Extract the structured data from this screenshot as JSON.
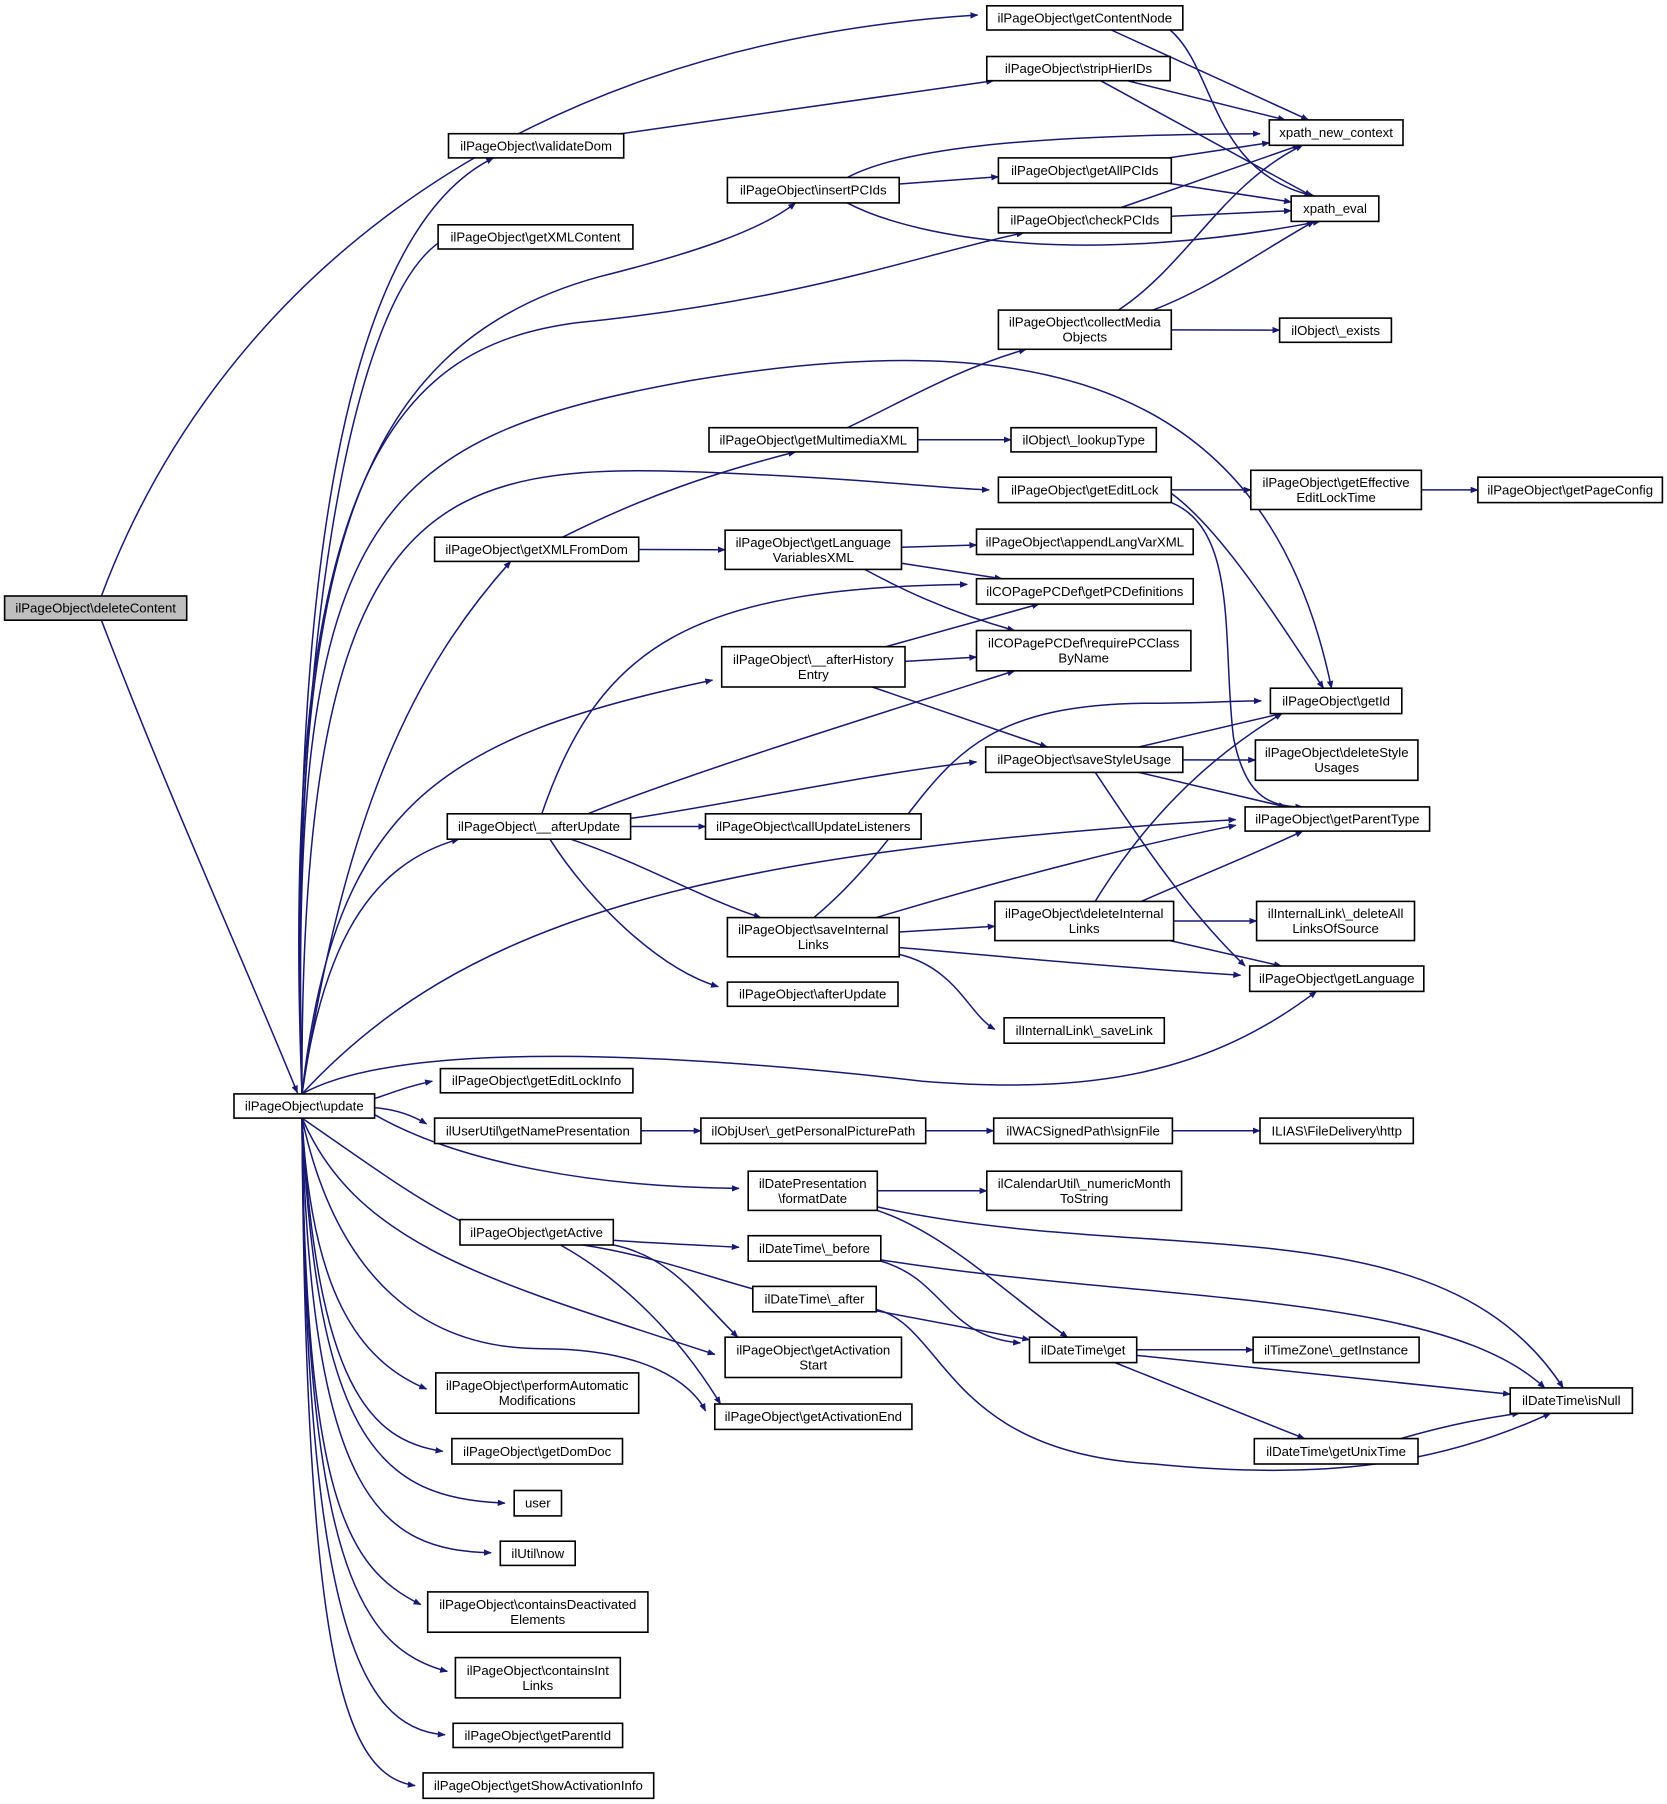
{
  "diagram": {
    "type": "call-graph",
    "colors": {
      "edge": "#191970",
      "node_border": "#000000",
      "node_fill": "#ffffff",
      "root_fill": "#bfbfbf"
    },
    "nodes": [
      {
        "id": "deleteContent",
        "label": "ilPageObject\\deleteContent",
        "root": true
      },
      {
        "id": "getContentNode",
        "label": "ilPageObject\\getContentNode"
      },
      {
        "id": "stripHierIDs",
        "label": "ilPageObject\\stripHierIDs"
      },
      {
        "id": "xpath_new_context",
        "label": "xpath_new_context"
      },
      {
        "id": "validateDom",
        "label": "ilPageObject\\validateDom"
      },
      {
        "id": "insertPCIds",
        "label": "ilPageObject\\insertPCIds"
      },
      {
        "id": "getAllPCIds",
        "label": "ilPageObject\\getAllPCIds"
      },
      {
        "id": "xpath_eval",
        "label": "xpath_eval"
      },
      {
        "id": "checkPCIds",
        "label": "ilPageObject\\checkPCIds"
      },
      {
        "id": "getXMLContent",
        "label": "ilPageObject\\getXMLContent"
      },
      {
        "id": "collectMediaObjects",
        "label": "ilPageObject\\collectMedia\nObjects"
      },
      {
        "id": "obj_exists",
        "label": "ilObject\\_exists"
      },
      {
        "id": "getMultimediaXML",
        "label": "ilPageObject\\getMultimediaXML"
      },
      {
        "id": "lookupType",
        "label": "ilObject\\_lookupType"
      },
      {
        "id": "getEditLock",
        "label": "ilPageObject\\getEditLock"
      },
      {
        "id": "getEffectiveEditLockTime",
        "label": "ilPageObject\\getEffective\nEditLockTime"
      },
      {
        "id": "getPageConfig",
        "label": "ilPageObject\\getPageConfig"
      },
      {
        "id": "getXMLFromDom",
        "label": "ilPageObject\\getXMLFromDom"
      },
      {
        "id": "getLanguageVariablesXML",
        "label": "ilPageObject\\getLanguage\nVariablesXML"
      },
      {
        "id": "appendLangVarXML",
        "label": "ilPageObject\\appendLangVarXML"
      },
      {
        "id": "getPCDefinitions",
        "label": "ilCOPagePCDef\\getPCDefinitions"
      },
      {
        "id": "requirePCClassByName",
        "label": "ilCOPagePCDef\\requirePCClass\nByName"
      },
      {
        "id": "afterHistoryEntry",
        "label": "ilPageObject\\__afterHistory\nEntry"
      },
      {
        "id": "getId",
        "label": "ilPageObject\\getId"
      },
      {
        "id": "saveStyleUsage",
        "label": "ilPageObject\\saveStyleUsage"
      },
      {
        "id": "deleteStyleUsages",
        "label": "ilPageObject\\deleteStyle\nUsages"
      },
      {
        "id": "afterUpdateInternal",
        "label": "ilPageObject\\__afterUpdate"
      },
      {
        "id": "callUpdateListeners",
        "label": "ilPageObject\\callUpdateListeners"
      },
      {
        "id": "getParentType",
        "label": "ilPageObject\\getParentType"
      },
      {
        "id": "saveInternalLinks",
        "label": "ilPageObject\\saveInternal\nLinks"
      },
      {
        "id": "deleteInternalLinks",
        "label": "ilPageObject\\deleteInternal\nLinks"
      },
      {
        "id": "deleteAllLinksOfSource",
        "label": "ilInternalLink\\_deleteAll\nLinksOfSource"
      },
      {
        "id": "getLanguage",
        "label": "ilPageObject\\getLanguage"
      },
      {
        "id": "afterUpdate",
        "label": "ilPageObject\\afterUpdate"
      },
      {
        "id": "saveLink",
        "label": "ilInternalLink\\_saveLink"
      },
      {
        "id": "getEditLockInfo",
        "label": "ilPageObject\\getEditLockInfo"
      },
      {
        "id": "update",
        "label": "ilPageObject\\update"
      },
      {
        "id": "getNamePresentation",
        "label": "ilUserUtil\\getNamePresentation"
      },
      {
        "id": "getPersonalPicturePath",
        "label": "ilObjUser\\_getPersonalPicturePath"
      },
      {
        "id": "signFile",
        "label": "ilWACSignedPath\\signFile"
      },
      {
        "id": "http",
        "label": "ILIAS\\FileDelivery\\http"
      },
      {
        "id": "formatDate",
        "label": "ilDatePresentation\n\\formatDate"
      },
      {
        "id": "numericMonthToString",
        "label": "ilCalendarUtil\\_numericMonth\nToString"
      },
      {
        "id": "getActive",
        "label": "ilPageObject\\getActive"
      },
      {
        "id": "dt_before",
        "label": "ilDateTime\\_before"
      },
      {
        "id": "dt_after",
        "label": "ilDateTime\\_after"
      },
      {
        "id": "getActivationStart",
        "label": "ilPageObject\\getActivation\nStart"
      },
      {
        "id": "dt_get",
        "label": "ilDateTime\\get"
      },
      {
        "id": "getInstance",
        "label": "ilTimeZone\\_getInstance"
      },
      {
        "id": "isNull",
        "label": "ilDateTime\\isNull"
      },
      {
        "id": "performAutomaticModifications",
        "label": "ilPageObject\\performAutomatic\nModifications"
      },
      {
        "id": "getActivationEnd",
        "label": "ilPageObject\\getActivationEnd"
      },
      {
        "id": "getDomDoc",
        "label": "ilPageObject\\getDomDoc"
      },
      {
        "id": "getUnixTime",
        "label": "ilDateTime\\getUnixTime"
      },
      {
        "id": "user",
        "label": "user"
      },
      {
        "id": "now",
        "label": "ilUtil\\now"
      },
      {
        "id": "containsDeactivatedElements",
        "label": "ilPageObject\\containsDeactivated\nElements"
      },
      {
        "id": "containsIntLinks",
        "label": "ilPageObject\\containsInt\nLinks"
      },
      {
        "id": "getParentId",
        "label": "ilPageObject\\getParentId"
      },
      {
        "id": "getShowActivationInfo",
        "label": "ilPageObject\\getShowActivationInfo"
      }
    ],
    "edges": [
      [
        "deleteContent",
        "getContentNode"
      ],
      [
        "deleteContent",
        "update"
      ],
      [
        "getContentNode",
        "xpath_new_context"
      ],
      [
        "getContentNode",
        "xpath_eval"
      ],
      [
        "stripHierIDs",
        "xpath_new_context"
      ],
      [
        "stripHierIDs",
        "xpath_eval"
      ],
      [
        "validateDom",
        "stripHierIDs"
      ],
      [
        "insertPCIds",
        "xpath_new_context"
      ],
      [
        "insertPCIds",
        "getAllPCIds"
      ],
      [
        "insertPCIds",
        "xpath_eval"
      ],
      [
        "getAllPCIds",
        "xpath_new_context"
      ],
      [
        "getAllPCIds",
        "xpath_eval"
      ],
      [
        "checkPCIds",
        "xpath_new_context"
      ],
      [
        "checkPCIds",
        "xpath_eval"
      ],
      [
        "collectMediaObjects",
        "xpath_new_context"
      ],
      [
        "collectMediaObjects",
        "xpath_eval"
      ],
      [
        "collectMediaObjects",
        "obj_exists"
      ],
      [
        "getMultimediaXML",
        "collectMediaObjects"
      ],
      [
        "getMultimediaXML",
        "lookupType"
      ],
      [
        "getEditLock",
        "getEffectiveEditLockTime"
      ],
      [
        "getEditLock",
        "getId"
      ],
      [
        "getEditLock",
        "getParentType"
      ],
      [
        "getEffectiveEditLockTime",
        "getPageConfig"
      ],
      [
        "getXMLFromDom",
        "getMultimediaXML"
      ],
      [
        "getXMLFromDom",
        "getLanguageVariablesXML"
      ],
      [
        "getLanguageVariablesXML",
        "appendLangVarXML"
      ],
      [
        "getLanguageVariablesXML",
        "getPCDefinitions"
      ],
      [
        "getLanguageVariablesXML",
        "requirePCClassByName"
      ],
      [
        "afterHistoryEntry",
        "getPCDefinitions"
      ],
      [
        "afterHistoryEntry",
        "requirePCClassByName"
      ],
      [
        "afterHistoryEntry",
        "saveStyleUsage"
      ],
      [
        "saveStyleUsage",
        "getId"
      ],
      [
        "saveStyleUsage",
        "deleteStyleUsages"
      ],
      [
        "saveStyleUsage",
        "getParentType"
      ],
      [
        "saveStyleUsage",
        "getLanguage"
      ],
      [
        "afterUpdateInternal",
        "getPCDefinitions"
      ],
      [
        "afterUpdateInternal",
        "requirePCClassByName"
      ],
      [
        "afterUpdateInternal",
        "saveStyleUsage"
      ],
      [
        "afterUpdateInternal",
        "callUpdateListeners"
      ],
      [
        "afterUpdateInternal",
        "saveInternalLinks"
      ],
      [
        "afterUpdateInternal",
        "afterUpdate"
      ],
      [
        "saveInternalLinks",
        "getId"
      ],
      [
        "saveInternalLinks",
        "getParentType"
      ],
      [
        "saveInternalLinks",
        "deleteInternalLinks"
      ],
      [
        "saveInternalLinks",
        "getLanguage"
      ],
      [
        "saveInternalLinks",
        "saveLink"
      ],
      [
        "deleteInternalLinks",
        "getId"
      ],
      [
        "deleteInternalLinks",
        "getParentType"
      ],
      [
        "deleteInternalLinks",
        "deleteAllLinksOfSource"
      ],
      [
        "deleteInternalLinks",
        "getLanguage"
      ],
      [
        "update",
        "validateDom"
      ],
      [
        "update",
        "getXMLContent"
      ],
      [
        "update",
        "insertPCIds"
      ],
      [
        "update",
        "checkPCIds"
      ],
      [
        "update",
        "getId"
      ],
      [
        "update",
        "getEditLock"
      ],
      [
        "update",
        "getXMLFromDom"
      ],
      [
        "update",
        "afterHistoryEntry"
      ],
      [
        "update",
        "afterUpdateInternal"
      ],
      [
        "update",
        "getParentType"
      ],
      [
        "update",
        "getLanguage"
      ],
      [
        "update",
        "getEditLockInfo"
      ],
      [
        "update",
        "getNamePresentation"
      ],
      [
        "update",
        "formatDate"
      ],
      [
        "update",
        "getActive"
      ],
      [
        "update",
        "getActivationStart"
      ],
      [
        "update",
        "performAutomaticModifications"
      ],
      [
        "update",
        "getActivationEnd"
      ],
      [
        "update",
        "getDomDoc"
      ],
      [
        "update",
        "user"
      ],
      [
        "update",
        "now"
      ],
      [
        "update",
        "containsDeactivatedElements"
      ],
      [
        "update",
        "containsIntLinks"
      ],
      [
        "update",
        "getParentId"
      ],
      [
        "update",
        "getShowActivationInfo"
      ],
      [
        "getNamePresentation",
        "getPersonalPicturePath"
      ],
      [
        "getPersonalPicturePath",
        "signFile"
      ],
      [
        "signFile",
        "http"
      ],
      [
        "formatDate",
        "numericMonthToString"
      ],
      [
        "formatDate",
        "dt_get"
      ],
      [
        "formatDate",
        "isNull"
      ],
      [
        "getActive",
        "dt_before"
      ],
      [
        "getActive",
        "dt_after"
      ],
      [
        "getActive",
        "getActivationStart"
      ],
      [
        "getActive",
        "getActivationEnd"
      ],
      [
        "dt_before",
        "dt_get"
      ],
      [
        "dt_before",
        "isNull"
      ],
      [
        "dt_after",
        "dt_get"
      ],
      [
        "dt_after",
        "isNull"
      ],
      [
        "dt_get",
        "getInstance"
      ],
      [
        "dt_get",
        "isNull"
      ],
      [
        "dt_get",
        "getUnixTime"
      ],
      [
        "getUnixTime",
        "isNull"
      ]
    ]
  }
}
